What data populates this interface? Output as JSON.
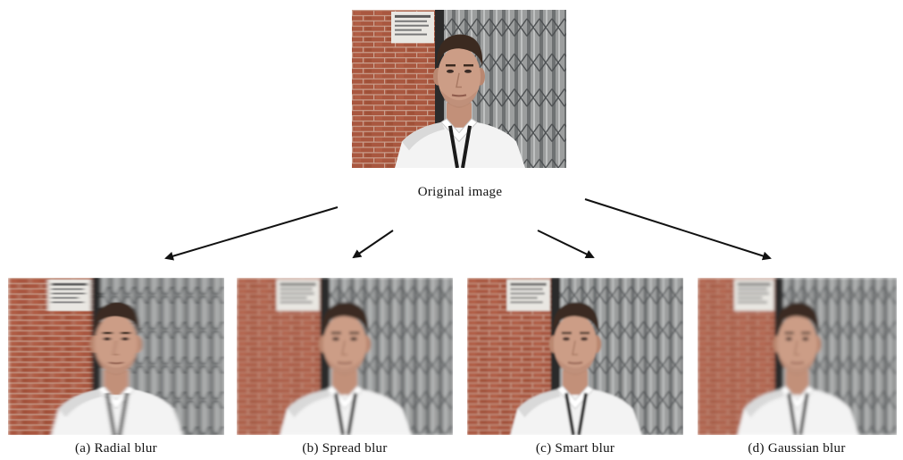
{
  "original": {
    "caption": "Original image",
    "photo_icon": "man-portrait-photo"
  },
  "variants": [
    {
      "id": "radial",
      "caption": "(a) Radial blur"
    },
    {
      "id": "spread",
      "caption": "(b) Spread blur"
    },
    {
      "id": "smart",
      "caption": "(c) Smart blur"
    },
    {
      "id": "gaussian",
      "caption": "(d) Gaussian blur"
    }
  ],
  "colors": {
    "brick": "#a9573f",
    "fence": "#8d8f8f",
    "shirt": "#f3f3f3",
    "skin": "#c99a84",
    "hair": "#3b2a20",
    "arrow": "#111111"
  }
}
